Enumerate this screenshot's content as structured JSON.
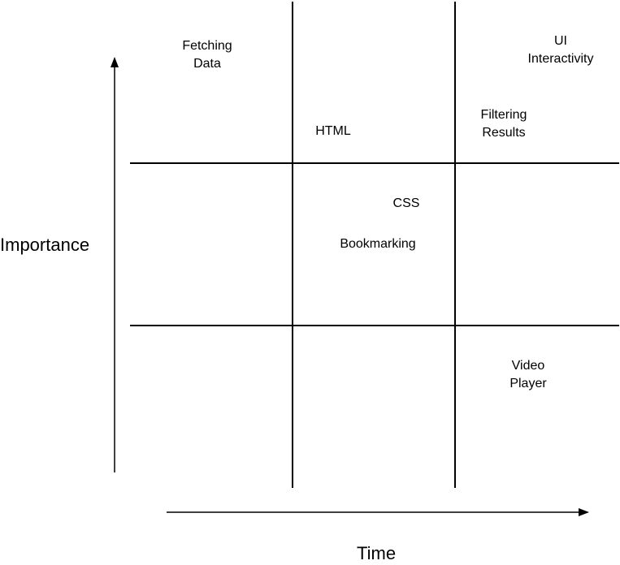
{
  "axes": {
    "y_label": "Importance",
    "x_label": "Time"
  },
  "items": {
    "fetching_data": "Fetching\nData",
    "ui_interactivity": "UI\nInteractivity",
    "html": "HTML",
    "filtering_results": "Filtering\nResults",
    "css": "CSS",
    "bookmarking": "Bookmarking",
    "video_player": "Video\nPlayer"
  }
}
